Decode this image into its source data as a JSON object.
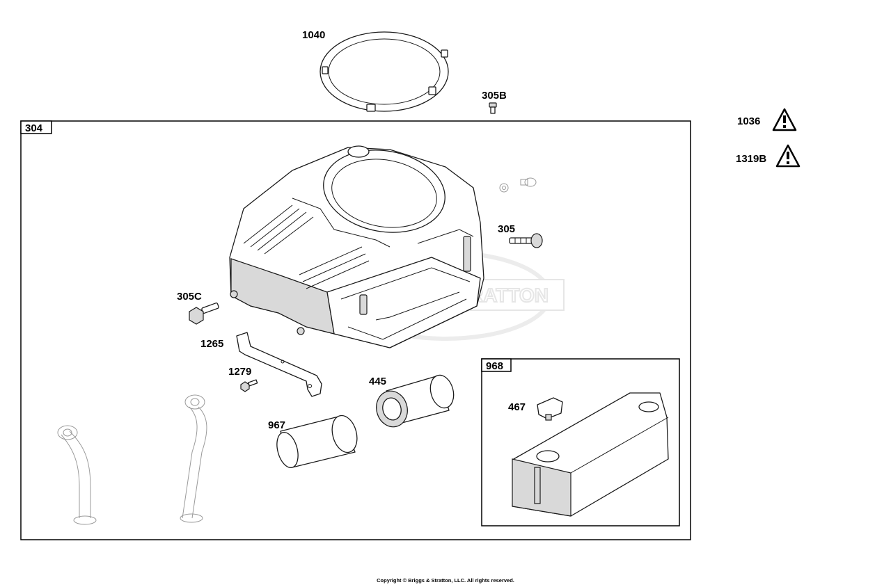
{
  "labels": {
    "p1040": "1040",
    "p305B": "305B",
    "p304": "304",
    "p305": "305",
    "p305C": "305C",
    "p1265": "1265",
    "p1279": "1279",
    "p445": "445",
    "p967": "967",
    "p968": "968",
    "p467": "467",
    "p1036": "1036",
    "p1319B": "1319B"
  },
  "watermark": "BRIGGS & STRATTON",
  "copyright": "Copyright © Briggs & Stratton, LLC. All rights reserved.",
  "icons": {
    "warning": "warning-triangle-icon"
  }
}
